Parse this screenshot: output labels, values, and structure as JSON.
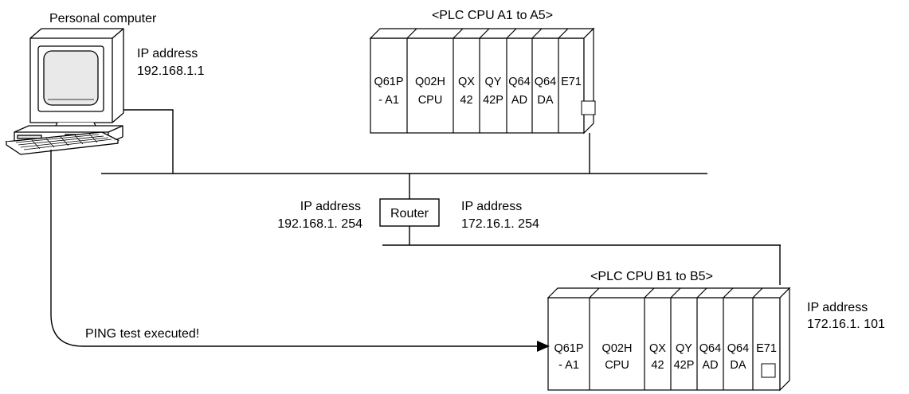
{
  "pc": {
    "label": "Personal computer",
    "ip_label": "IP address",
    "ip": "192.168.1.1"
  },
  "plc_a": {
    "title": "<PLC CPU A1 to A5>",
    "modules": [
      {
        "top": "Q61P",
        "bottom": "- A1"
      },
      {
        "top": "Q02H",
        "bottom": "CPU"
      },
      {
        "top": "QX",
        "bottom": "42"
      },
      {
        "top": "QY",
        "bottom": "42P"
      },
      {
        "top": "Q64",
        "bottom": "AD"
      },
      {
        "top": "Q64",
        "bottom": "DA"
      },
      {
        "top": "E71",
        "bottom": ""
      }
    ]
  },
  "router": {
    "label": "Router",
    "left_ip_label": "IP address",
    "left_ip": "192.168.1. 254",
    "right_ip_label": "IP address",
    "right_ip": "172.16.1. 254"
  },
  "plc_b": {
    "title": "<PLC CPU B1 to B5>",
    "ip_label": "IP address",
    "ip": "172.16.1. 101",
    "modules": [
      {
        "top": "Q61P",
        "bottom": "- A1"
      },
      {
        "top": "Q02H",
        "bottom": "CPU"
      },
      {
        "top": "QX",
        "bottom": "42"
      },
      {
        "top": "QY",
        "bottom": "42P"
      },
      {
        "top": "Q64",
        "bottom": "AD"
      },
      {
        "top": "Q64",
        "bottom": "DA"
      },
      {
        "top": "E71",
        "bottom": ""
      }
    ]
  },
  "ping": {
    "label": "PING test executed!"
  }
}
